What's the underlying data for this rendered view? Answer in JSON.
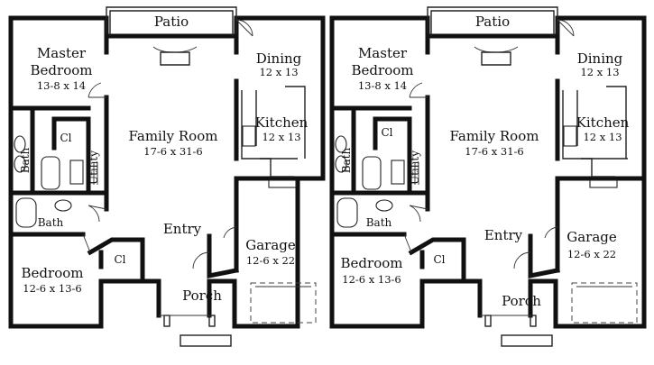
{
  "units": [
    {
      "rooms": {
        "patio": "Patio",
        "master_name_1": "Master",
        "master_name_2": "Bedroom",
        "master_dim": "13-8 x 14",
        "dining": "Dining",
        "dining_dim": "12 x 13",
        "kitchen": "Kitchen",
        "kitchen_dim": "12 x 13",
        "family": "Family Room",
        "family_dim": "17-6 x 31-6",
        "closet_upper": "Cl",
        "closet_lower": "Cl",
        "bath_upper": "Bath",
        "bath_lower": "Bath",
        "utility": "Utility",
        "entry": "Entry",
        "garage": "Garage",
        "garage_dim": "12-6 x 22",
        "bedroom": "Bedroom",
        "bedroom_dim": "12-6 x 13-6",
        "porch": "Porch"
      }
    },
    {
      "rooms": {
        "patio": "Patio",
        "master_name_1": "Master",
        "master_name_2": "Bedroom",
        "master_dim": "13-8 x 14",
        "dining": "Dining",
        "dining_dim": "12 x 13",
        "kitchen": "Kitchen",
        "kitchen_dim": "12 x 13",
        "family": "Family Room",
        "family_dim": "17-6 x 31-6",
        "closet_upper": "Cl",
        "closet_lower": "Cl",
        "bath_upper": "Bath",
        "bath_lower": "Bath",
        "utility": "Utility",
        "entry": "Entry",
        "garage": "Garage",
        "garage_dim": "12-6 x 22",
        "bedroom": "Bedroom",
        "bedroom_dim": "12-6 x 13-6",
        "porch": "Porch"
      }
    }
  ]
}
